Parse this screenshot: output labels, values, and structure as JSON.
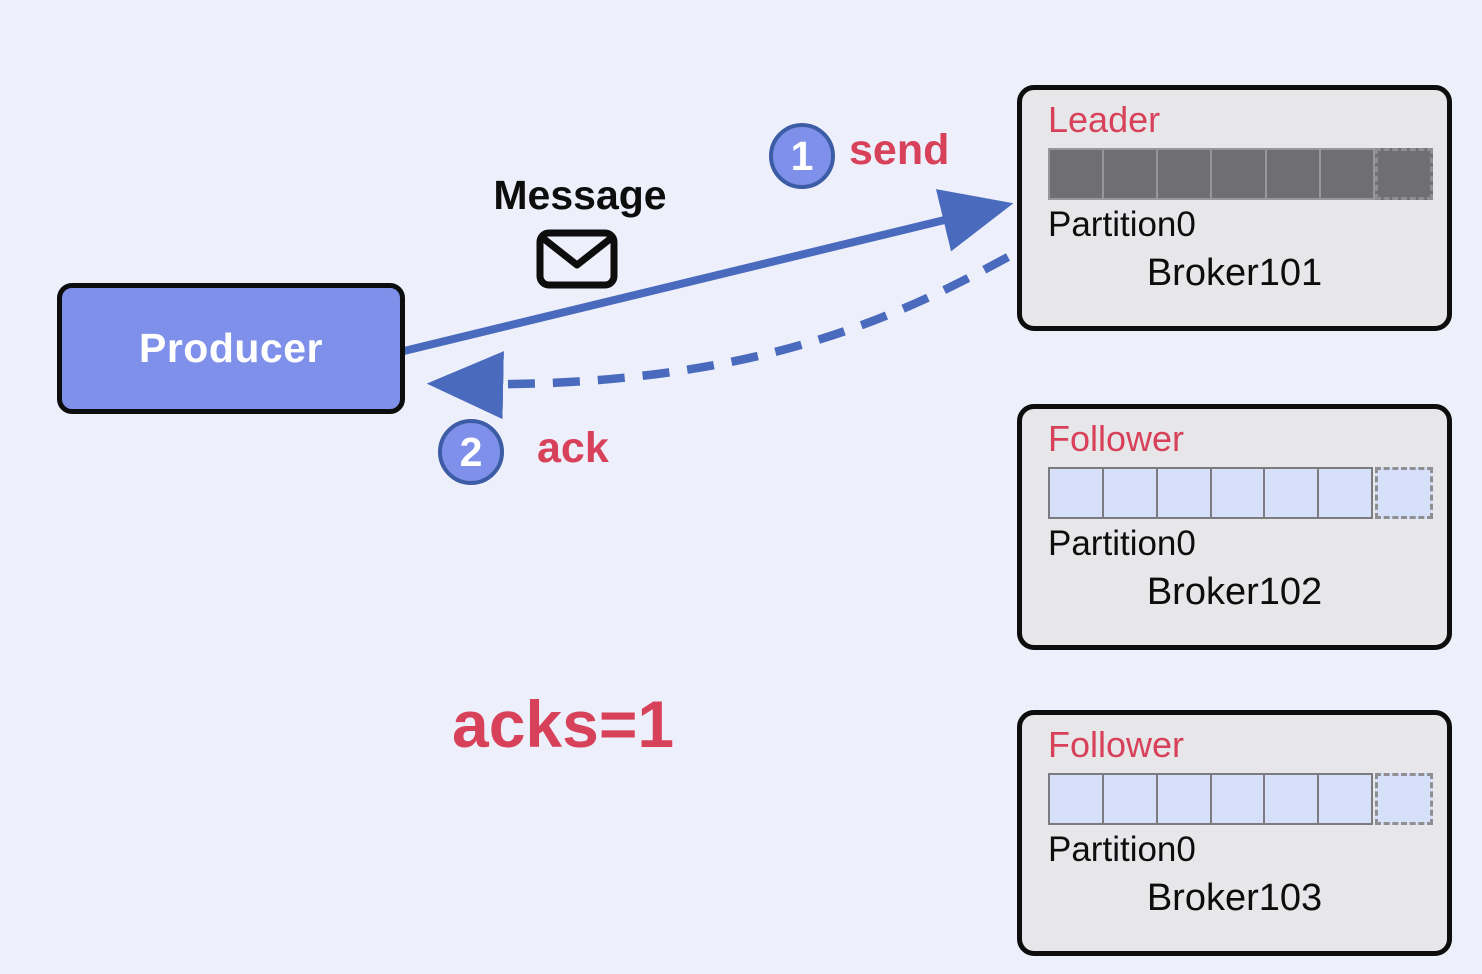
{
  "diagram_title": "acks=1",
  "producer": {
    "label": "Producer"
  },
  "message": {
    "label": "Message",
    "icon": "envelope-icon"
  },
  "steps": [
    {
      "number": "1",
      "label": "send"
    },
    {
      "number": "2",
      "label": "ack"
    }
  ],
  "brokers": [
    {
      "role": "Leader",
      "partition": "Partition0",
      "name": "Broker101"
    },
    {
      "role": "Follower",
      "partition": "Partition0",
      "name": "Broker102"
    },
    {
      "role": "Follower",
      "partition": "Partition0",
      "name": "Broker103"
    }
  ],
  "partition_segments": 7,
  "colors": {
    "background": "#edeffa",
    "producer_fill": "#7e90e9",
    "arrow_blue": "#4a6bbd",
    "accent_red": "#d8415a",
    "broker_fill": "#e7e7ea",
    "leader_segment_fill": "#6f6f71",
    "follower_segment_fill": "#d7e0f9"
  }
}
